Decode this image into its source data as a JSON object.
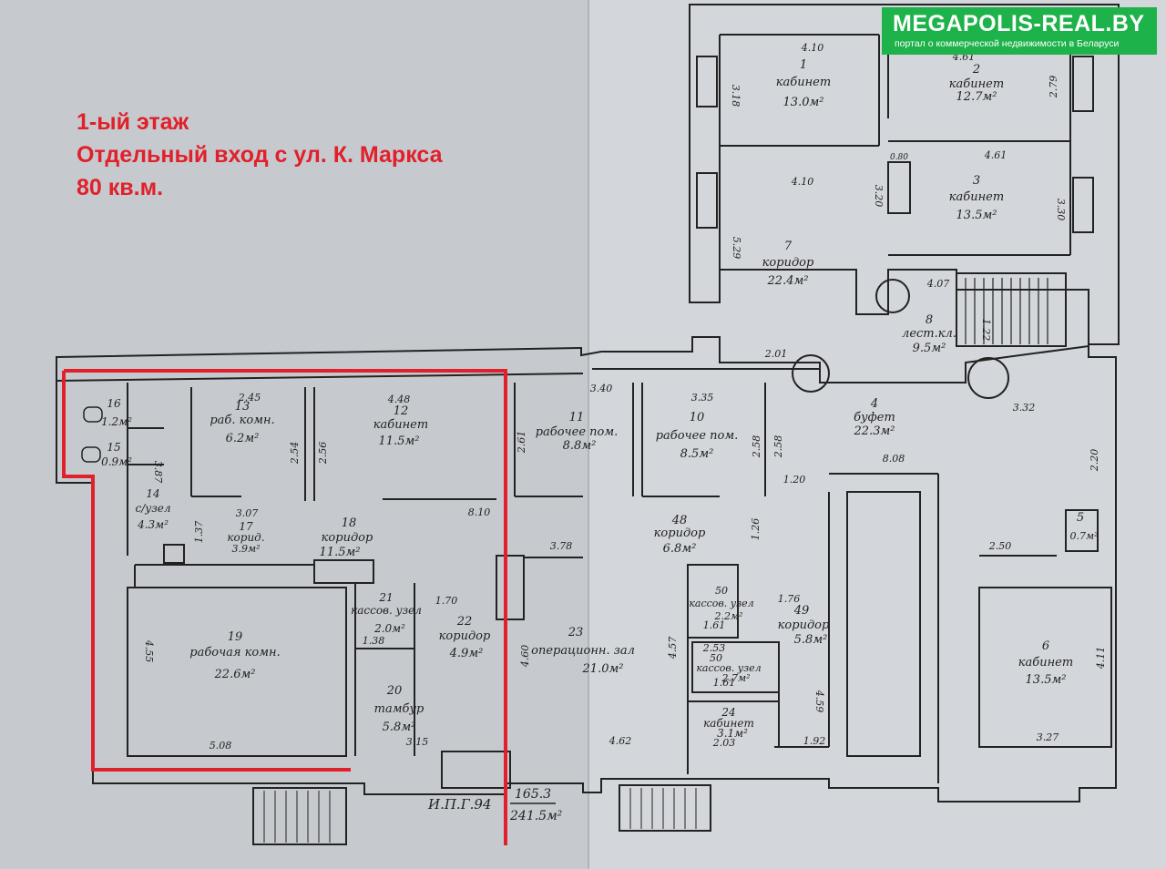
{
  "caption": {
    "line1": "1-ый этаж",
    "line2": "Отдельный вход с ул. К. Маркса",
    "line3": "80 кв.м."
  },
  "badge": {
    "logo": "MEGAPOLIS-REAL.BY",
    "tagline": "портал о коммерческой недвижимости в Беларуси",
    "color": "#1eb24a"
  },
  "highlight_color": "#e0202a",
  "rooms": {
    "r1": {
      "num": "1",
      "name": "кабинет",
      "area": "13.0м²"
    },
    "r2": {
      "num": "2",
      "name": "кабинет",
      "area": "12.7м²"
    },
    "r3": {
      "num": "3",
      "name": "кабинет",
      "area": "13.5м²"
    },
    "r7": {
      "num": "7",
      "name": "коридор",
      "area": "22.4м²"
    },
    "r8": {
      "num": "8",
      "name": "лест.кл.",
      "area": "9.5м²"
    },
    "r4": {
      "num": "4",
      "name": "буфет",
      "area": "22.3м²"
    },
    "r5": {
      "num": "5",
      "area": "0.7м²"
    },
    "r6": {
      "num": "6",
      "name": "кабинет",
      "area": "13.5м²"
    },
    "r16": {
      "num": "16",
      "area": "1.2м²"
    },
    "r15": {
      "num": "15",
      "area": "0.9м²"
    },
    "r14": {
      "num": "14",
      "name": "с/узел",
      "area": "4.3м²"
    },
    "r13": {
      "num": "13",
      "name": "раб. комн.",
      "area": "6.2м²"
    },
    "r12": {
      "num": "12",
      "name": "кабинет",
      "area": "11.5м²"
    },
    "r17": {
      "num": "17",
      "name": "корид.",
      "area": "3.9м²"
    },
    "r18": {
      "num": "18",
      "name": "коридор",
      "area": "11.5м²"
    },
    "r11": {
      "num": "11",
      "name": "рабочее пом.",
      "area": "8.8м²"
    },
    "r10": {
      "num": "10",
      "name": "рабочее пом.",
      "area": "8.5м²"
    },
    "r48": {
      "num": "48",
      "name": "коридор",
      "area": "6.8м²"
    },
    "r19": {
      "num": "19",
      "name": "рабочая комн.",
      "area": "22.6м²"
    },
    "r21": {
      "num": "21",
      "name": "кассов. узел",
      "area": "2.0м²"
    },
    "r22": {
      "num": "22",
      "name": "коридор",
      "area": "4.9м²"
    },
    "r20": {
      "num": "20",
      "name": "тамбур",
      "area": "5.8м²"
    },
    "r23": {
      "num": "23",
      "name": "операционн. зал",
      "area": "21.0м²"
    },
    "r50a": {
      "num": "50",
      "name": "кассов. узел",
      "area": "2.2м²"
    },
    "r50b": {
      "num": "50",
      "name": "кассов. узел",
      "area": "2.7м²"
    },
    "r49": {
      "num": "49",
      "name": "коридор",
      "area": "5.8м²"
    },
    "r24": {
      "num": "24",
      "name": "кабинет",
      "area": "3.1м²"
    }
  },
  "dimensions": {
    "d1": "4.10",
    "d2": "4.61",
    "d3": "3.18",
    "d4": "2.79",
    "d5": "4.61",
    "d6": "4.10",
    "d7": "3.20",
    "d8": "3.30",
    "d9": "5.29",
    "d10": "4.07",
    "d11": "2.01",
    "d12": "3.32",
    "d13": "8.08",
    "d14": "2.20",
    "d15": "3.40",
    "d16": "3.35",
    "d17": "2.45",
    "d18": "4.48",
    "d19": "2.61",
    "d20": "2.58",
    "d21": "2.58",
    "d22": "1.20",
    "d23": "2.54",
    "d24": "2.56",
    "d25": "3.87",
    "d26": "3.07",
    "d27": "1.37",
    "d28": "8.10",
    "d29": "3.78",
    "d30": "1.26",
    "d31": "4.55",
    "d32": "1.70",
    "d33": "1.38",
    "d34": "4.60",
    "d35": "4.57",
    "d36": "1.61",
    "d37": "1.76",
    "d38": "2.53",
    "d39": "1.61",
    "d40": "4.59",
    "d41": "2.50",
    "d42": "4.11",
    "d43": "5.08",
    "d44": "3.15",
    "d45": "4.62",
    "d46": "2.03",
    "d47": "1.92",
    "d48": "3.27",
    "d49": "1.22",
    "d50": "0.80"
  },
  "stamp": {
    "text": "И.П.Г.94",
    "total1": "165.3",
    "total2": "241.5м²"
  }
}
